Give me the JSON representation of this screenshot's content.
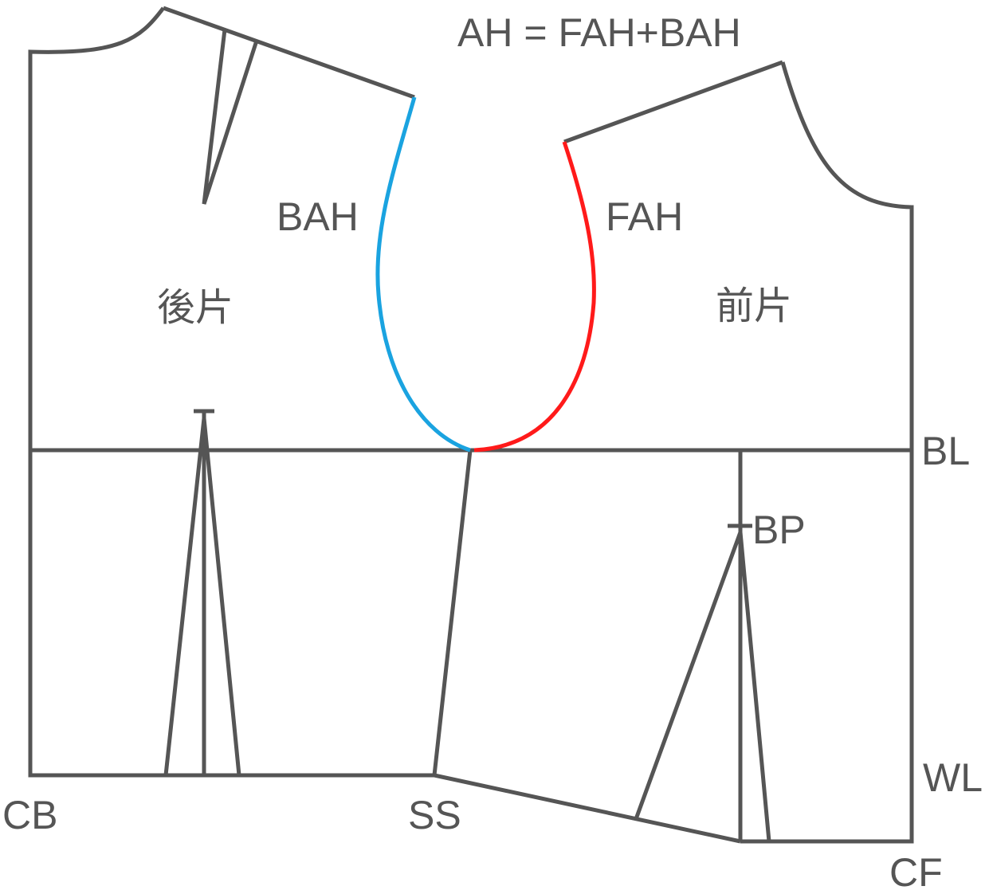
{
  "formula": "AH = FAH+BAH",
  "labels": {
    "back_armhole": "BAH",
    "front_armhole": "FAH",
    "back_piece": "後片",
    "front_piece": "前片",
    "bust_line": "BL",
    "bust_point": "BP",
    "waist_line": "WL",
    "center_back": "CB",
    "side_seam": "SS",
    "center_front": "CF"
  },
  "colors": {
    "outline": "#555555",
    "back_armhole": "#1aa3e0",
    "front_armhole": "#ff1a1a",
    "text": "#555555"
  }
}
